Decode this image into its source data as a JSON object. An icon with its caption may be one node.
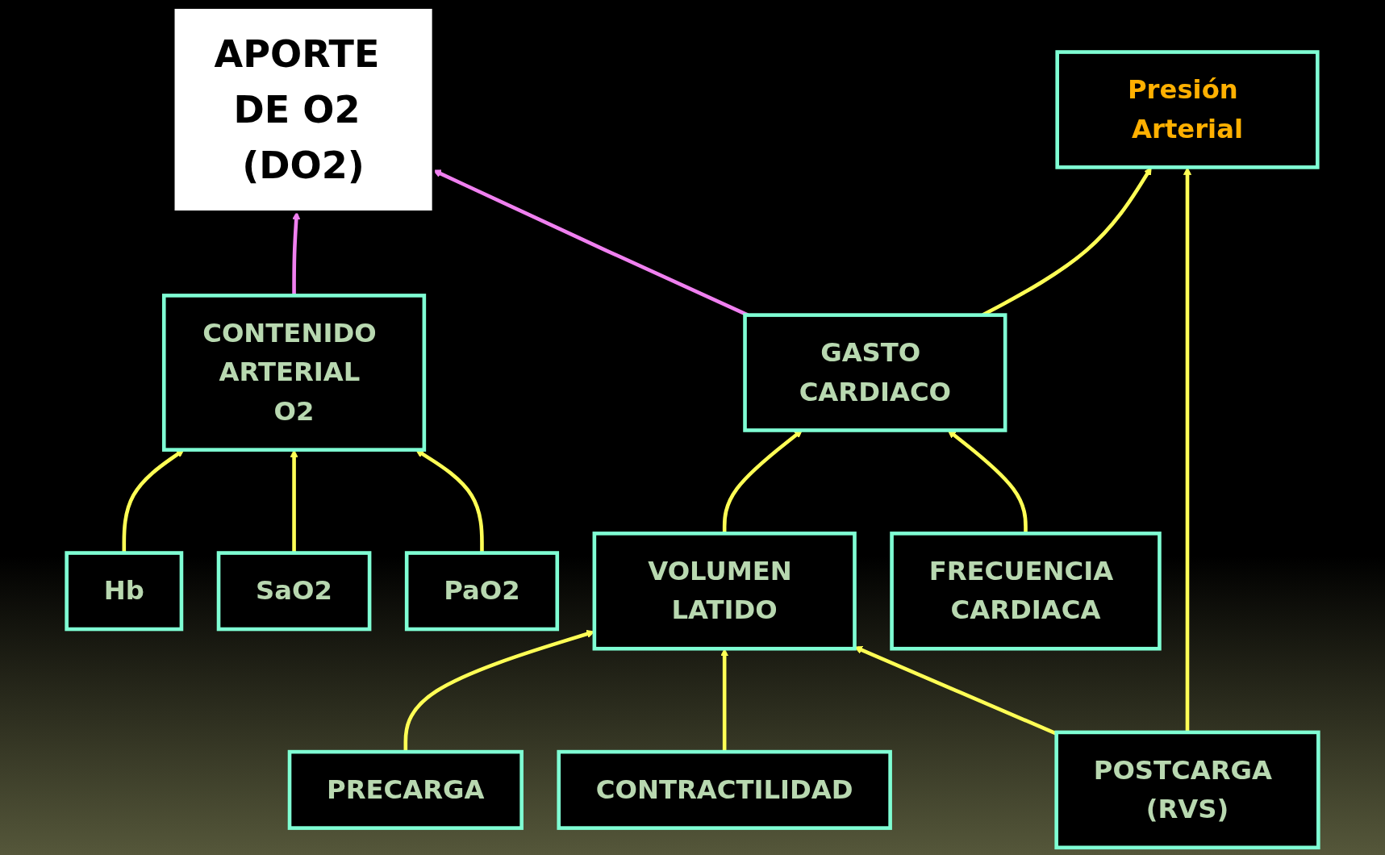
{
  "diagram": {
    "nodes": [
      {
        "text": [
          "APORTE DE O2 (DO2)"
        ]
      },
      {
        "text": [
          "Presión Arterial"
        ]
      },
      {
        "text": [
          "CONTENIDO ARTERIAL O2"
        ]
      },
      {
        "text": [
          "GASTO CARDIACO"
        ]
      },
      {
        "text": [
          "Hb"
        ]
      },
      {
        "text": [
          "SaO2"
        ]
      },
      {
        "text": [
          "PaO2"
        ]
      },
      {
        "text": [
          "VOLUMEN LATIDO"
        ]
      },
      {
        "text": [
          "FRECUENCIA CARDIACA"
        ]
      },
      {
        "text": [
          "PRECARGA"
        ]
      },
      {
        "text": [
          "CONTRACTILIDAD"
        ]
      },
      {
        "text": [
          "POSTCARGA (RVS)"
        ]
      }
    ],
    "edges": [
      {
        "from": 2,
        "to": 0,
        "arrow": "to",
        "color": "#f080f0"
      },
      {
        "from": 3,
        "to": 0,
        "arrow": "to",
        "color": "#f080f0"
      },
      {
        "from": 4,
        "to": 2,
        "arrow": "to"
      },
      {
        "from": 5,
        "to": 2,
        "arrow": "to"
      },
      {
        "from": 6,
        "to": 2,
        "arrow": "to"
      },
      {
        "from": 7,
        "to": 3,
        "arrow": "to"
      },
      {
        "from": 8,
        "to": 3,
        "arrow": "to"
      },
      {
        "from": 9,
        "to": 7,
        "arrow": "to"
      },
      {
        "from": 10,
        "to": 7,
        "arrow": "to"
      },
      {
        "from": 11,
        "to": 7,
        "arrow": "to"
      },
      {
        "from": 3,
        "to": 1,
        "arrow": "to"
      },
      {
        "from": 11,
        "to": 1,
        "arrow": "to"
      }
    ]
  }
}
